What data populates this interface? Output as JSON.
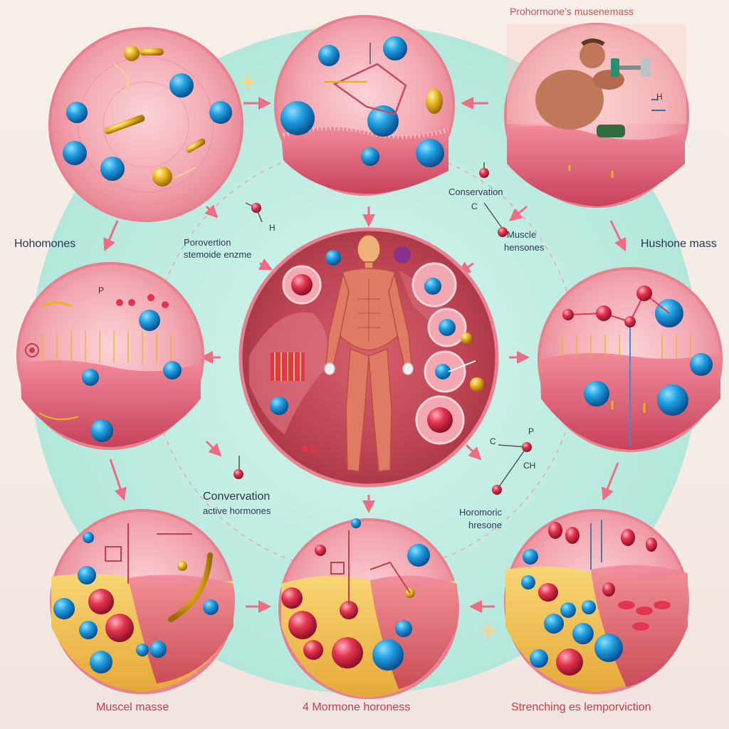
{
  "title": "Prohormone’s musenemass",
  "labels": {
    "hohomones": "Hohomones",
    "porovertion": "Porovertion",
    "steroid_enzyme": "stemoide enzme",
    "conversation_top": "Conservation",
    "muscle_hormones": "Muscle",
    "muscle_hormones_2": "hensones",
    "hushone_mass": "Hushone mass",
    "conversation_active_1": "Convervation",
    "conversation_active_2": "active hormones",
    "hormone_horomonic_1": "Horomoric",
    "hormone_horomonic_2": "hresone",
    "bottom_left": "Muscel masse",
    "bottom_center": "4 Mormone horoness",
    "bottom_right": "Strenching es lemporviction"
  },
  "chem_marks": {
    "h_top": "H",
    "c_mid": "C",
    "h_right": "H",
    "p_left": "P",
    "c_lower": "C",
    "p_lower": "P",
    "ch_lower": "CH"
  },
  "colors": {
    "background": "#f6ece8",
    "ring": "#bfeadf",
    "arrow": "#ef6d82",
    "cell_tissue": "#e96a80",
    "molecule_blue": "#1f9ee0",
    "molecule_red": "#e2354f",
    "molecule_gold": "#e6b21d",
    "fat": "#f1c05a"
  }
}
